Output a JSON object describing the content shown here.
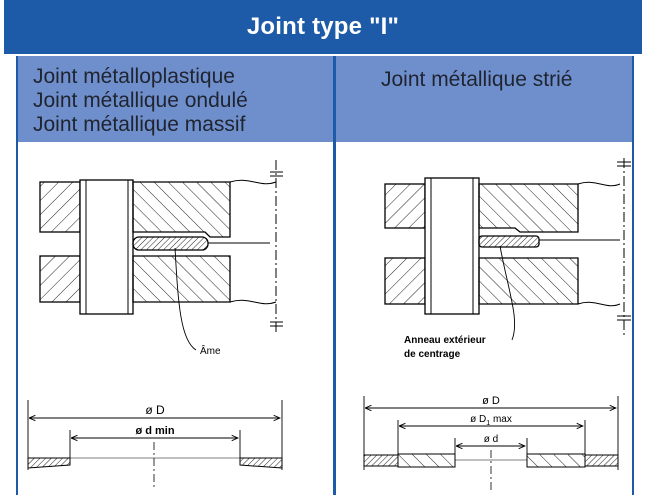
{
  "title": "Joint type \"I\"",
  "columns": [
    {
      "heading_lines": [
        "Joint métalloplastique",
        "Joint métallique ondulé",
        "Joint métallique massif"
      ],
      "callout": "Âme",
      "dim_outer": "ø D",
      "dim_inner": "ø d min"
    },
    {
      "heading_lines": [
        "Joint métallique strié"
      ],
      "callout_line1": "Anneau extérieur",
      "callout_line2": "de centrage",
      "dim_outer": "ø D",
      "dim_middle": "ø D",
      "dim_middle_sub": "1",
      "dim_middle_suffix": " max",
      "dim_inner": "ø d"
    }
  ],
  "colors": {
    "title_bg": "#1d5aa7",
    "heading_bg": "#6f8fcc",
    "border": "#1d5aa7"
  }
}
